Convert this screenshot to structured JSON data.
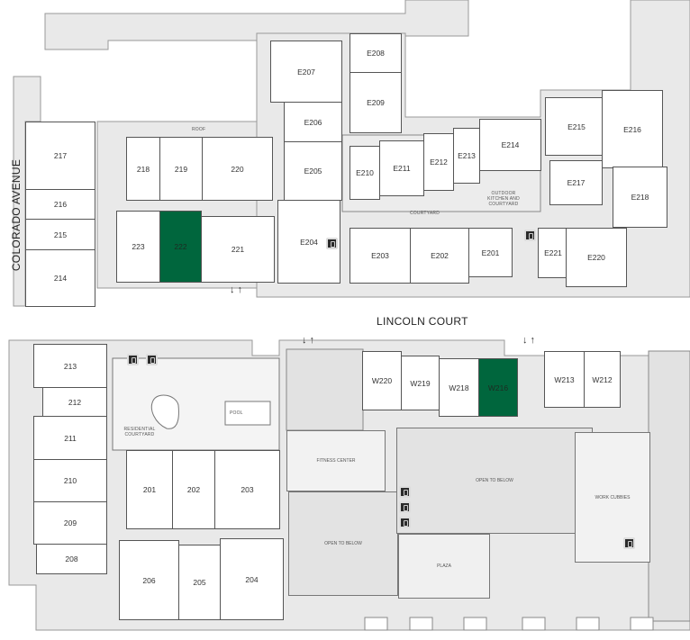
{
  "streets": {
    "colorado": "COLORADO AVENUE",
    "lincoln": "LINCOLN COURT"
  },
  "areas": {
    "roof": "ROOF",
    "courtyard": "COURTYARD",
    "outdoor_kitchen": "OUTDOOR KITCHEN AND COURTYARD",
    "residential_courtyard": "RESIDENTIAL COURTYARD",
    "pool": "POOL",
    "fitness_center": "FITNESS CENTER",
    "open_to_below_center": "OPEN TO BELOW",
    "open_to_below_left": "OPEN TO BELOW",
    "work_cubbies": "WORK CUBBIES",
    "plaza": "PLAZA"
  },
  "units": {
    "u217": "217",
    "u216": "216",
    "u215": "215",
    "u214": "214",
    "u218": "218",
    "u219": "219",
    "u220": "220",
    "u221": "221",
    "u222": "222",
    "u223": "223",
    "E207": "E207",
    "E206": "E206",
    "E205": "E205",
    "E204": "E204",
    "E208": "E208",
    "E209": "E209",
    "E210": "E210",
    "E211": "E211",
    "E212": "E212",
    "E213": "E213",
    "E214": "E214",
    "E215": "E215",
    "E216": "E216",
    "E217": "E217",
    "E218": "E218",
    "E203": "E203",
    "E202": "E202",
    "E201": "E201",
    "E221": "E221",
    "E220": "E220",
    "u213": "213",
    "u212": "212",
    "u211": "211",
    "u210": "210",
    "u209": "209",
    "u208": "208",
    "u201": "201",
    "u202": "202",
    "u203": "203",
    "u206": "206",
    "u205": "205",
    "u204": "204",
    "W220": "W220",
    "W219": "W219",
    "W218": "W218",
    "W216": "W216",
    "W213": "W213",
    "W212": "W212"
  },
  "selected_units": [
    "222",
    "W216"
  ],
  "colors": {
    "selected": "#00663d",
    "corridor": "#e6e6e6",
    "building": "#ffffff"
  }
}
